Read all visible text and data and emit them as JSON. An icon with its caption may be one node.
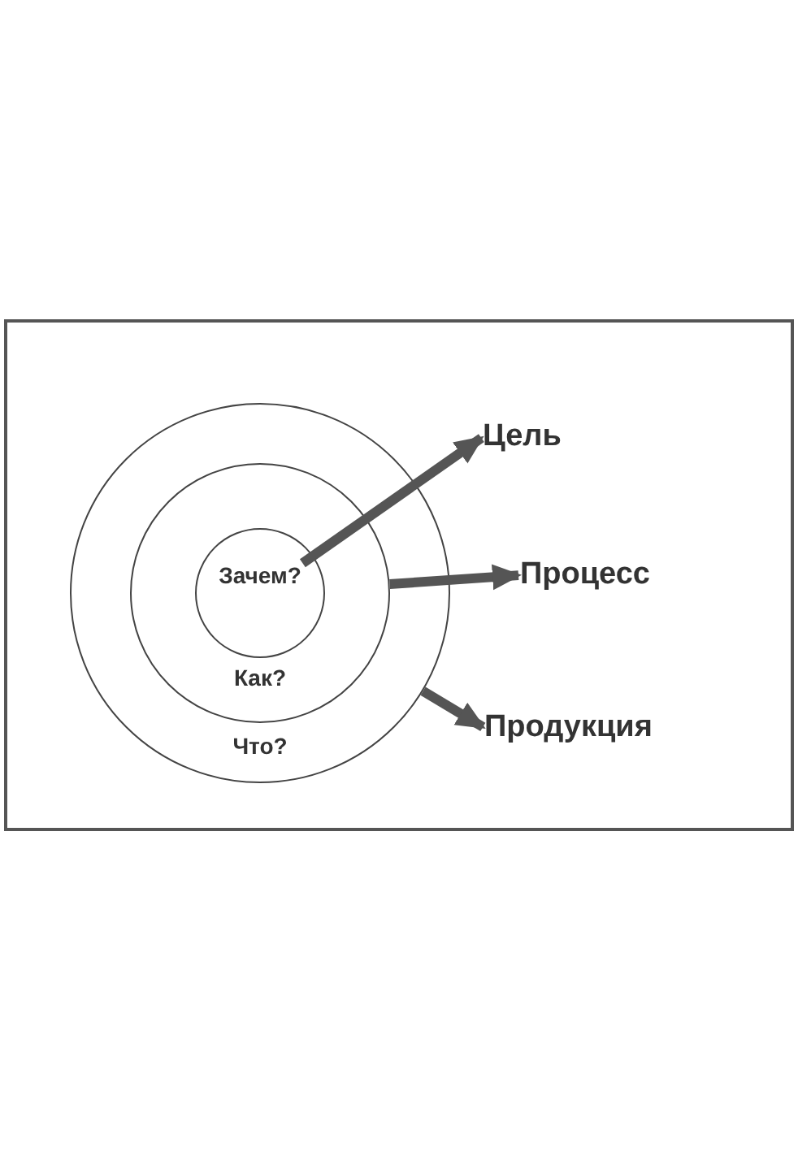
{
  "diagram": {
    "nodes": [
      {
        "text": [
          "Что?"
        ]
      },
      {
        "text": [
          "Как?"
        ],
        "in": 0
      },
      {
        "text": [
          "Зачем?"
        ],
        "in": 1
      },
      {
        "text": [
          "Цель"
        ]
      },
      {
        "text": [
          "Процесс"
        ]
      },
      {
        "text": [
          "Продукция"
        ]
      }
    ],
    "edges": [
      {
        "from": 2,
        "to": 3,
        "arrow": "to"
      },
      {
        "from": 1,
        "to": 4,
        "arrow": "to"
      },
      {
        "from": 0,
        "to": 5,
        "arrow": "to"
      }
    ]
  }
}
